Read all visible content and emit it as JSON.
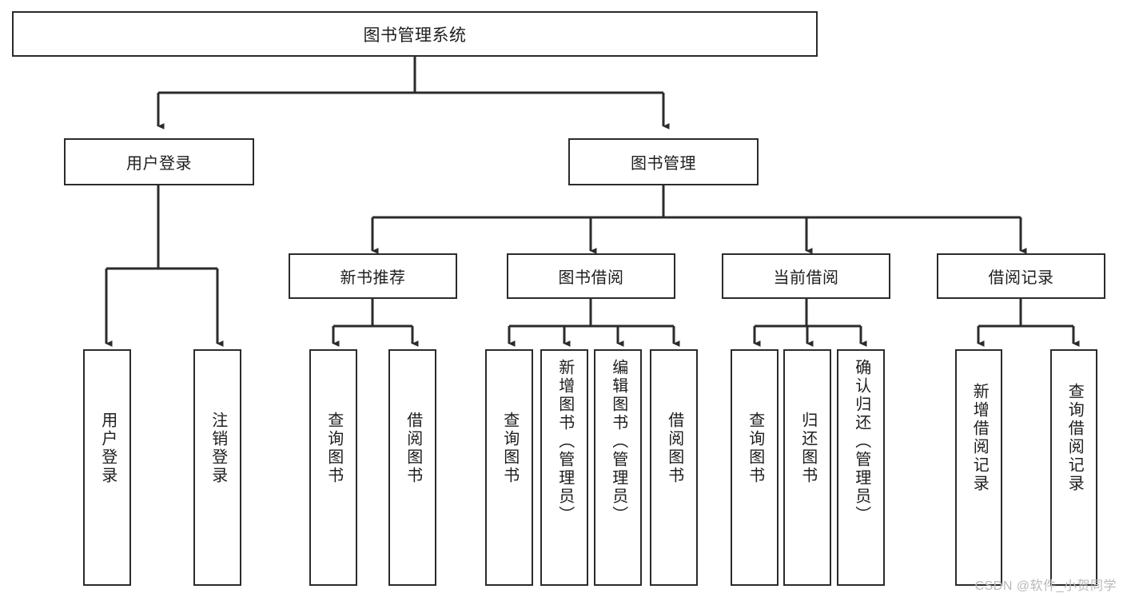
{
  "diagram": {
    "type": "tree-hierarchy-chart",
    "title": "图书管理系统",
    "background_color": "#ffffff",
    "border_color": "#2b2b2b",
    "text_color": "#1d1d1d",
    "connector_color": "#2b2b2b"
  },
  "root": {
    "label": "图书管理系统"
  },
  "level1": [
    {
      "label": "用户登录"
    },
    {
      "label": "图书管理"
    }
  ],
  "level2": [
    {
      "label": "新书推荐"
    },
    {
      "label": "图书借阅"
    },
    {
      "label": "当前借阅"
    },
    {
      "label": "借阅记录"
    }
  ],
  "leaves": {
    "user_login": [
      {
        "label": "用户登录"
      },
      {
        "label": "注销登录"
      }
    ],
    "new_book_recommend": [
      {
        "label": "查询图书"
      },
      {
        "label": "借阅图书"
      }
    ],
    "book_borrow": [
      {
        "label": "查询图书"
      },
      {
        "label": "新增图书（管理员）"
      },
      {
        "label": "编辑图书（管理员）"
      },
      {
        "label": "借阅图书"
      }
    ],
    "current_borrow": [
      {
        "label": "查询图书"
      },
      {
        "label": "归还图书"
      },
      {
        "label": "确认归还（管理员）"
      }
    ],
    "borrow_record": [
      {
        "label": "新增借阅记录"
      },
      {
        "label": "查询借阅记录"
      }
    ]
  },
  "watermark": {
    "label": "CSDN @软件_小贺同学"
  },
  "chart_data": {
    "type": "table",
    "title": "图书管理系统",
    "nodes": [
      {
        "id": "root",
        "label": "图书管理系统",
        "level": 0,
        "parent": null
      },
      {
        "id": "n1",
        "label": "用户登录",
        "level": 1,
        "parent": "root"
      },
      {
        "id": "n2",
        "label": "图书管理",
        "level": 1,
        "parent": "root"
      },
      {
        "id": "n1a",
        "label": "用户登录",
        "level": 2,
        "parent": "n1"
      },
      {
        "id": "n1b",
        "label": "注销登录",
        "level": 2,
        "parent": "n1"
      },
      {
        "id": "n2a",
        "label": "新书推荐",
        "level": 2,
        "parent": "n2"
      },
      {
        "id": "n2b",
        "label": "图书借阅",
        "level": 2,
        "parent": "n2"
      },
      {
        "id": "n2c",
        "label": "当前借阅",
        "level": 2,
        "parent": "n2"
      },
      {
        "id": "n2d",
        "label": "借阅记录",
        "level": 2,
        "parent": "n2"
      },
      {
        "id": "n2a1",
        "label": "查询图书",
        "level": 3,
        "parent": "n2a"
      },
      {
        "id": "n2a2",
        "label": "借阅图书",
        "level": 3,
        "parent": "n2a"
      },
      {
        "id": "n2b1",
        "label": "查询图书",
        "level": 3,
        "parent": "n2b"
      },
      {
        "id": "n2b2",
        "label": "新增图书（管理员）",
        "level": 3,
        "parent": "n2b"
      },
      {
        "id": "n2b3",
        "label": "编辑图书（管理员）",
        "level": 3,
        "parent": "n2b"
      },
      {
        "id": "n2b4",
        "label": "借阅图书",
        "level": 3,
        "parent": "n2b"
      },
      {
        "id": "n2c1",
        "label": "查询图书",
        "level": 3,
        "parent": "n2c"
      },
      {
        "id": "n2c2",
        "label": "归还图书",
        "level": 3,
        "parent": "n2c"
      },
      {
        "id": "n2c3",
        "label": "确认归还（管理员）",
        "level": 3,
        "parent": "n2c"
      },
      {
        "id": "n2d1",
        "label": "新增借阅记录",
        "level": 3,
        "parent": "n2d"
      },
      {
        "id": "n2d2",
        "label": "查询借阅记录",
        "level": 3,
        "parent": "n2d"
      }
    ]
  }
}
